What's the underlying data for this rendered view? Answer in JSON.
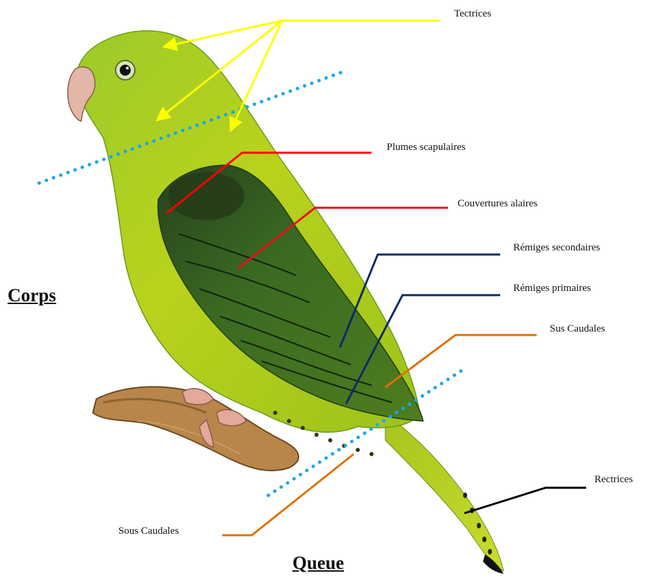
{
  "labels": {
    "tectrices": "Tectrices",
    "plumes_scapulaires": "Plumes scapulaires",
    "couvertures_alaires": "Couvertures alaires",
    "remiges_secondaires": "Rémiges secondaires",
    "remiges_primaires": "Rémiges primaires",
    "sus_caudales": "Sus Caudales",
    "rectrices": "Rectrices",
    "sous_caudales": "Sous Caudales"
  },
  "sections": {
    "corps": "Corps",
    "queue": "Queue"
  },
  "colors": {
    "tectrices_leader": "#ffff00",
    "scapulaires_leader": "#ff0000",
    "couvertures_leader": "#e8101a",
    "remiges_leader": "#0e2a66",
    "caudales_leader": "#e07000",
    "rectrices_leader": "#000000",
    "division_line": "#1aa7e8",
    "plumage_light": "#b8d41a",
    "plumage_dark": "#2f6a1e",
    "perch": "#b8864a"
  }
}
